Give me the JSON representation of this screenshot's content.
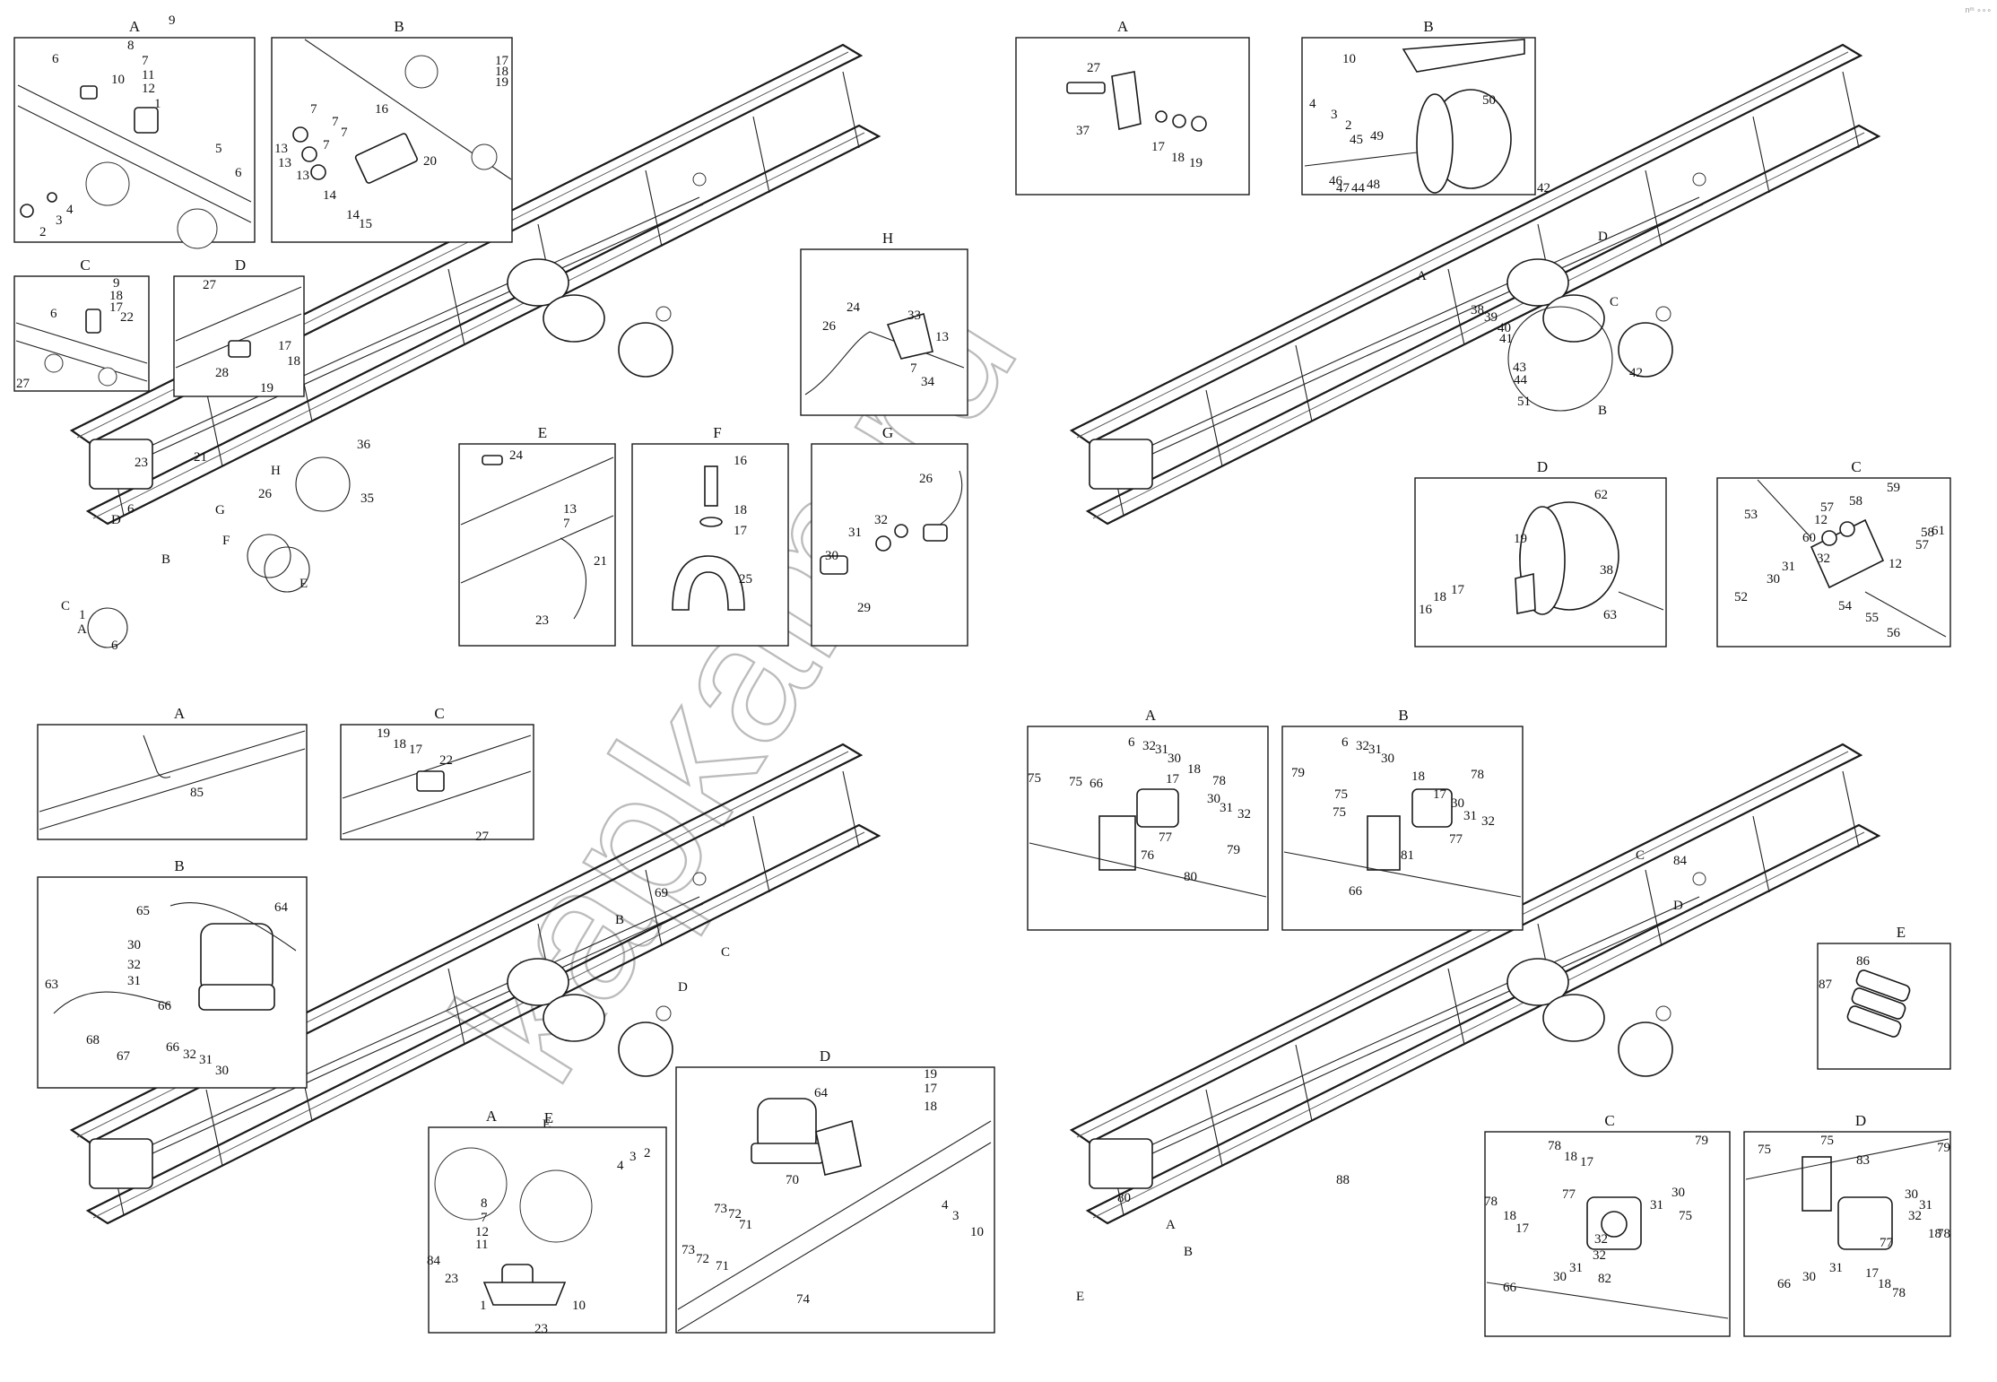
{
  "watermark": "kapkam.ru",
  "corner_mark": "nᵐ ∘∘∘",
  "quadrants": {
    "top_left": {
      "panels": [
        {
          "title": "A",
          "labels": [
            "6",
            "8",
            "9",
            "7",
            "10",
            "11",
            "12",
            "1",
            "5",
            "6",
            "2",
            "3",
            "4"
          ]
        },
        {
          "title": "B",
          "labels": [
            "17",
            "18",
            "19",
            "16",
            "7",
            "7",
            "13",
            "7",
            "13",
            "7",
            "13",
            "14",
            "14",
            "15",
            "20"
          ]
        },
        {
          "title": "C",
          "labels": [
            "9",
            "18",
            "17",
            "22",
            "6",
            "27"
          ]
        },
        {
          "title": "D",
          "labels": [
            "27",
            "28",
            "17",
            "18",
            "19"
          ]
        },
        {
          "title": "H",
          "labels": [
            "24",
            "33",
            "26",
            "13",
            "7",
            "34"
          ]
        },
        {
          "title": "E",
          "labels": [
            "24",
            "13",
            "7",
            "21",
            "23"
          ]
        },
        {
          "title": "F",
          "labels": [
            "16",
            "18",
            "17",
            "25"
          ]
        },
        {
          "title": "G",
          "labels": [
            "26",
            "32",
            "31",
            "30",
            "29"
          ]
        }
      ],
      "frame_labels": [
        "23",
        "21",
        "6",
        "D",
        "B",
        "C",
        "1",
        "A",
        "6",
        "36",
        "35",
        "26",
        "G",
        "H",
        "F",
        "E"
      ]
    },
    "top_right": {
      "panels": [
        {
          "title": "A",
          "labels": [
            "27",
            "37",
            "17",
            "18",
            "19"
          ]
        },
        {
          "title": "B",
          "labels": [
            "10",
            "4",
            "3",
            "2",
            "45",
            "46",
            "47",
            "44",
            "49",
            "48",
            "50",
            "42"
          ]
        },
        {
          "title": "D",
          "labels": [
            "62",
            "19",
            "16",
            "18",
            "17",
            "38",
            "63"
          ]
        },
        {
          "title": "C",
          "labels": [
            "53",
            "57",
            "58",
            "59",
            "12",
            "61",
            "60",
            "32",
            "31",
            "30",
            "52",
            "12",
            "57",
            "58",
            "54",
            "55",
            "56"
          ]
        }
      ],
      "frame_labels": [
        "D",
        "A",
        "38",
        "39",
        "40",
        "C",
        "41",
        "43",
        "44",
        "42",
        "51",
        "B"
      ]
    },
    "bottom_left": {
      "panels": [
        {
          "title": "A",
          "labels": [
            "85"
          ]
        },
        {
          "title": "C",
          "labels": [
            "19",
            "18",
            "17",
            "22",
            "27"
          ]
        },
        {
          "title": "B",
          "labels": [
            "65",
            "64",
            "30",
            "32",
            "31",
            "63",
            "66",
            "68",
            "67",
            "66",
            "32",
            "31",
            "30"
          ]
        },
        {
          "title": "A",
          "labels": [
            "4",
            "3",
            "2",
            "8",
            "7",
            "12",
            "11",
            "84",
            "23",
            "1",
            "10",
            "23"
          ]
        },
        {
          "title": "E",
          "labels": []
        },
        {
          "title": "D",
          "labels": [
            "64",
            "19",
            "17",
            "18",
            "70",
            "73",
            "72",
            "71",
            "73",
            "72",
            "71",
            "4",
            "3",
            "10",
            "74"
          ]
        }
      ],
      "frame_labels": [
        "E",
        "69",
        "B",
        "C",
        "D"
      ]
    },
    "bottom_right": {
      "panels": [
        {
          "title": "A",
          "labels": [
            "6",
            "32",
            "31",
            "30",
            "75",
            "75",
            "66",
            "17",
            "18",
            "78",
            "30",
            "31",
            "32",
            "76",
            "77",
            "79",
            "80"
          ]
        },
        {
          "title": "B",
          "labels": [
            "79",
            "6",
            "32",
            "31",
            "30",
            "75",
            "75",
            "18",
            "78",
            "17",
            "30",
            "31",
            "32",
            "81",
            "77",
            "66"
          ]
        },
        {
          "title": "E",
          "labels": [
            "86",
            "87"
          ]
        },
        {
          "title": "C",
          "labels": [
            "78",
            "18",
            "17",
            "79",
            "78",
            "18",
            "17",
            "77",
            "32",
            "31",
            "30",
            "66",
            "30",
            "31",
            "32",
            "82",
            "75"
          ]
        },
        {
          "title": "D",
          "labels": [
            "75",
            "75",
            "83",
            "79",
            "30",
            "31",
            "32",
            "18",
            "77",
            "66",
            "30",
            "31",
            "17",
            "18",
            "78",
            "78"
          ]
        }
      ],
      "frame_labels": [
        "C",
        "84",
        "D",
        "80",
        "A",
        "B",
        "E",
        "88"
      ]
    }
  }
}
